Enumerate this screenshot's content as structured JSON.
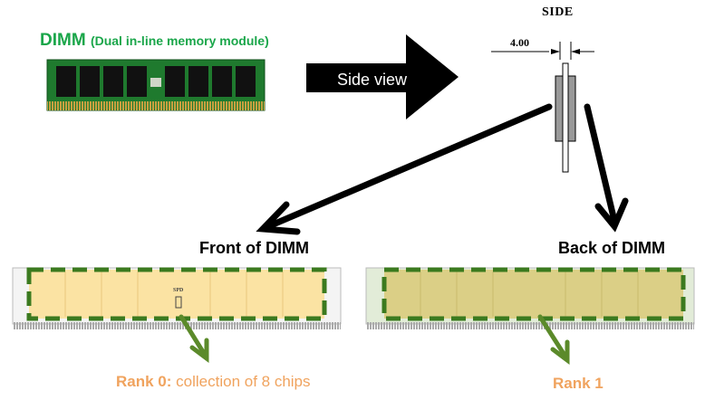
{
  "title": {
    "main": "DIMM",
    "sub": "(Dual in-line memory module)"
  },
  "side_view": {
    "heading": "SIDE",
    "dimension": "4.00"
  },
  "arrow_label": "Side view",
  "front": {
    "label": "Front of DIMM",
    "spd": "SPD",
    "rank_name": "Rank 0:",
    "rank_desc": " collection of 8 chips"
  },
  "back": {
    "label": "Back of DIMM",
    "rank_name": "Rank 1"
  },
  "colors": {
    "title_green": "#1aa64a",
    "rank_text": "#f0a35e",
    "dashed_border": "#3b7a1f",
    "front_fill": "#fbe3a3",
    "back_fill": "#dbcf86",
    "pointer_arrow": "#5b8a2a"
  }
}
